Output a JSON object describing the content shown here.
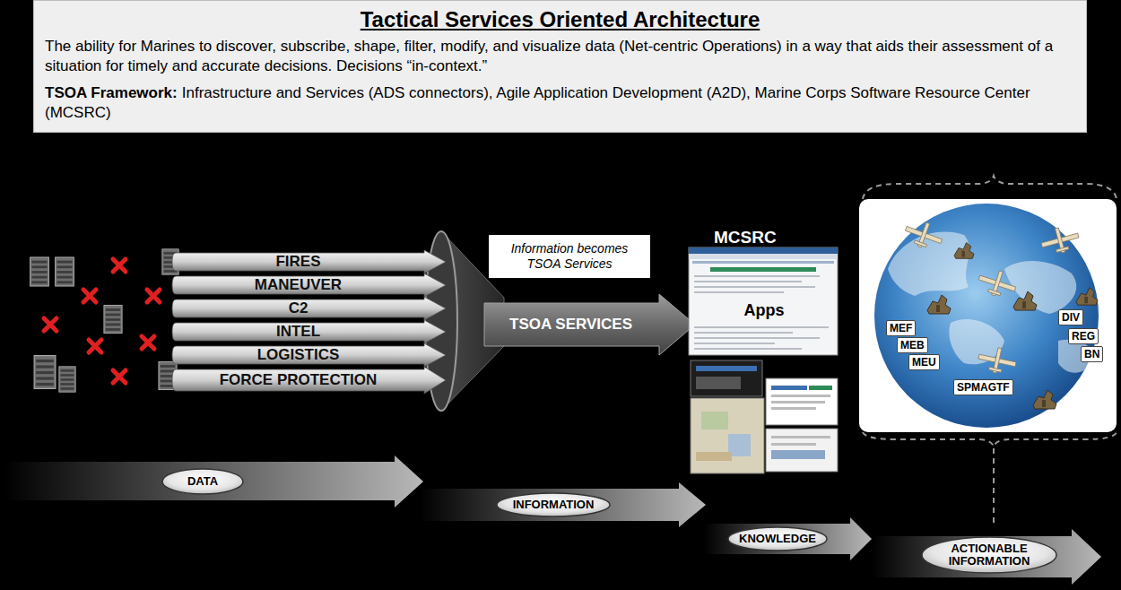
{
  "diagram": {
    "title": "Tactical Services Oriented Architecture",
    "nodes": [
      {
        "text": [
          "The ability for Marines to discover, subscribe, shape, filter, modify, and visualize data (Net-centric Operations) in a way that aids their assessment of a situation for timely and accurate decisions. Decisions “in-context.”",
          "TSOA Framework:",
          "Infrastructure and Services (ADS connectors), Agile Application Development (A2D), Marine Corps Software Resource Center (MCSRC)"
        ]
      },
      {
        "text": [
          "FIRES"
        ]
      },
      {
        "text": [
          "MANEUVER"
        ]
      },
      {
        "text": [
          "C2"
        ]
      },
      {
        "text": [
          "INTEL"
        ]
      },
      {
        "text": [
          "LOGISTICS"
        ]
      },
      {
        "text": [
          "FORCE PROTECTION"
        ]
      },
      {
        "text": [
          "Information becomes TSOA Services"
        ]
      },
      {
        "text": [
          "TSOA SERVICES"
        ]
      },
      {
        "text": [
          "MCSRC",
          "Apps"
        ]
      },
      {
        "text": [
          "MEF"
        ]
      },
      {
        "text": [
          "MEB"
        ]
      },
      {
        "text": [
          "MEU"
        ]
      },
      {
        "text": [
          "DIV"
        ]
      },
      {
        "text": [
          "REG"
        ]
      },
      {
        "text": [
          "BN"
        ]
      },
      {
        "text": [
          "SPMAGTF"
        ]
      },
      {
        "text": [
          "DATA"
        ]
      },
      {
        "text": [
          "INFORMATION"
        ]
      },
      {
        "text": [
          "KNOWLEDGE"
        ]
      },
      {
        "text": [
          "ACTIONABLE INFORMATION"
        ]
      }
    ]
  }
}
